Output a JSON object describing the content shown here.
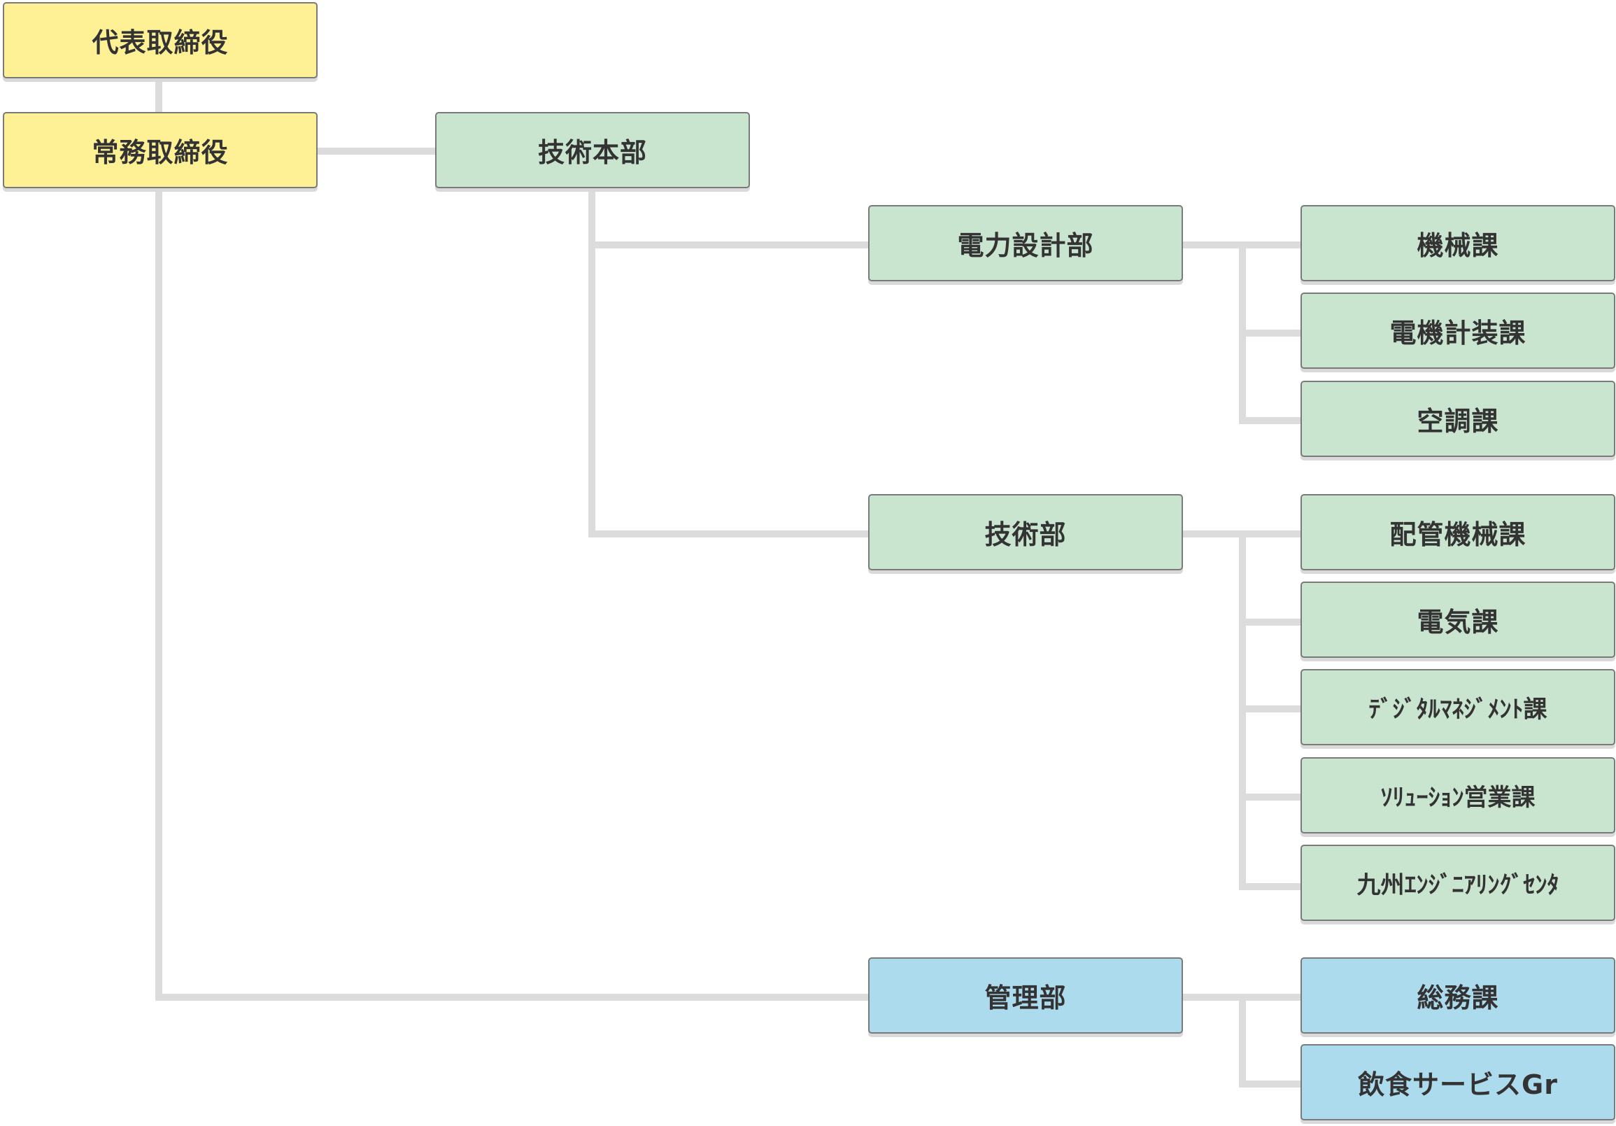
{
  "colors": {
    "executive": "#fef095",
    "technical": "#c9e4cf",
    "management": "#addbee",
    "connector": "#dcdcdc",
    "border": "#7a7a7a"
  },
  "org": {
    "ceo": "代表取締役",
    "md": "常務取締役",
    "tech_hq": "技術本部",
    "power_design": {
      "name": "電力設計部",
      "sections": [
        "機械課",
        "電機計装課",
        "空調課"
      ]
    },
    "tech_dept": {
      "name": "技術部",
      "sections": [
        "配管機械課",
        "電気課",
        "ﾃﾞｼﾞﾀﾙﾏﾈｼﾞﾒﾝﾄ課",
        "ｿﾘｭｰｼｮﾝ営業課",
        "九州ｴﾝｼﾞﾆｱﾘﾝｸﾞｾﾝﾀ"
      ]
    },
    "admin_dept": {
      "name": "管理部",
      "sections": [
        "総務課",
        "飲食サービスGr"
      ]
    }
  }
}
